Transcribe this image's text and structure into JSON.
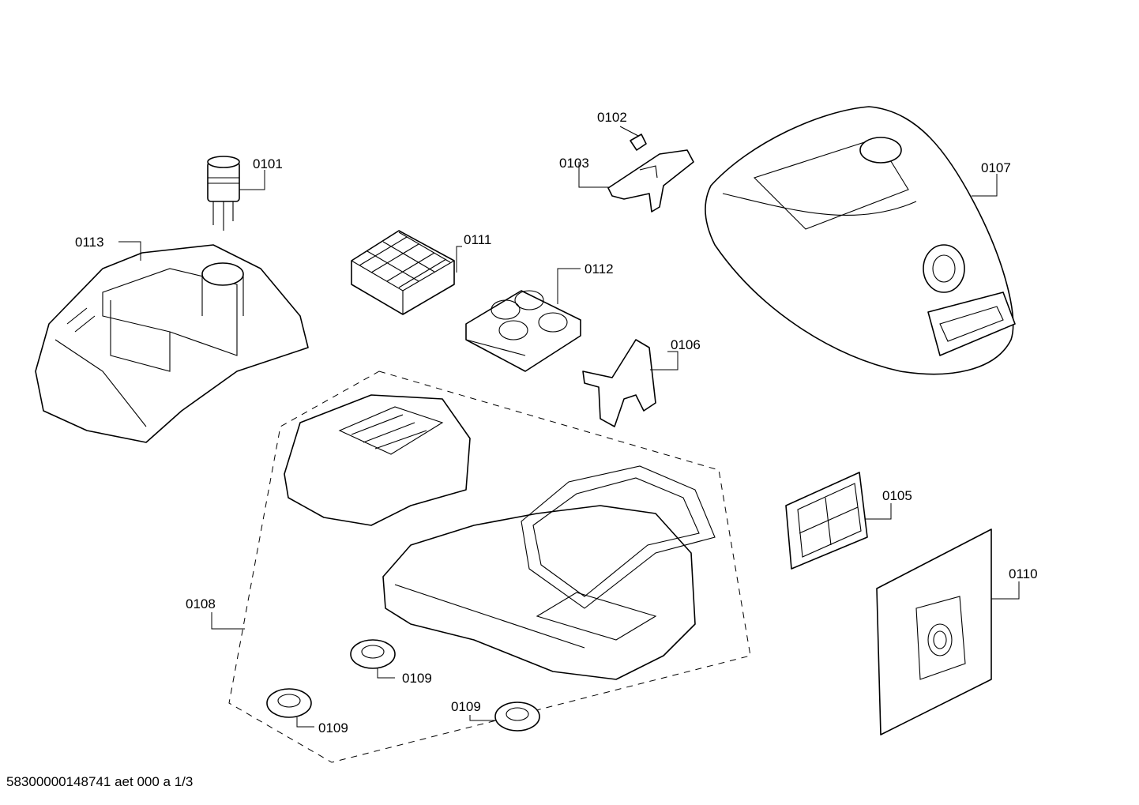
{
  "labels": {
    "p0101": "0101",
    "p0102": "0102",
    "p0103": "0103",
    "p0105": "0105",
    "p0106": "0106",
    "p0107": "0107",
    "p0108": "0108",
    "p0109a": "0109",
    "p0109b": "0109",
    "p0109c": "0109",
    "p0110": "0110",
    "p0111": "0111",
    "p0112": "0112",
    "p0113": "0113"
  },
  "footer": "58300000148741 aet 000 a 1/3"
}
